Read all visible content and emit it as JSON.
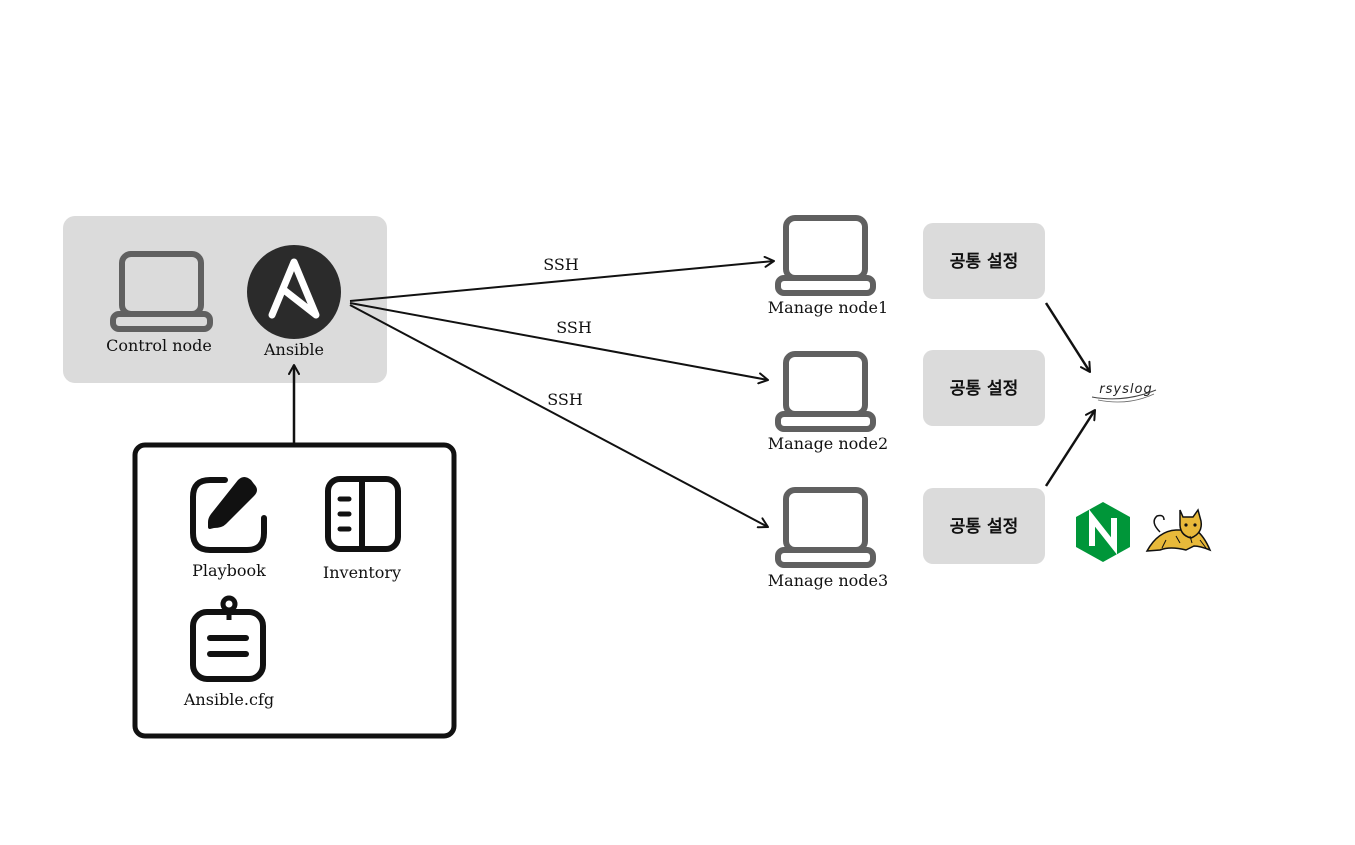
{
  "control": {
    "control_node_label": "Control node",
    "ansible_label": "Ansible"
  },
  "config_files": {
    "playbook_label": "Playbook",
    "inventory_label": "Inventory",
    "ansible_cfg_label": "Ansible.cfg"
  },
  "connections": {
    "ssh_1": "SSH",
    "ssh_2": "SSH",
    "ssh_3": "SSH"
  },
  "managed_nodes": [
    {
      "label": "Manage node1"
    },
    {
      "label": "Manage node2"
    },
    {
      "label": "Manage node3"
    }
  ],
  "common_settings": [
    {
      "label": "공통 설정"
    },
    {
      "label": "공통 설정"
    },
    {
      "label": "공통 설정"
    }
  ],
  "logos": {
    "rsyslog": "rsyslog",
    "nginx_icon": "nginx-logo",
    "tomcat_icon": "tomcat-logo"
  },
  "colors": {
    "panel_gray": "#dbdbdb",
    "laptop_gray": "#606060",
    "ansible_dark": "#2b2b2b",
    "nginx_green": "#009639",
    "tomcat_yellow": "#e8b93a"
  }
}
